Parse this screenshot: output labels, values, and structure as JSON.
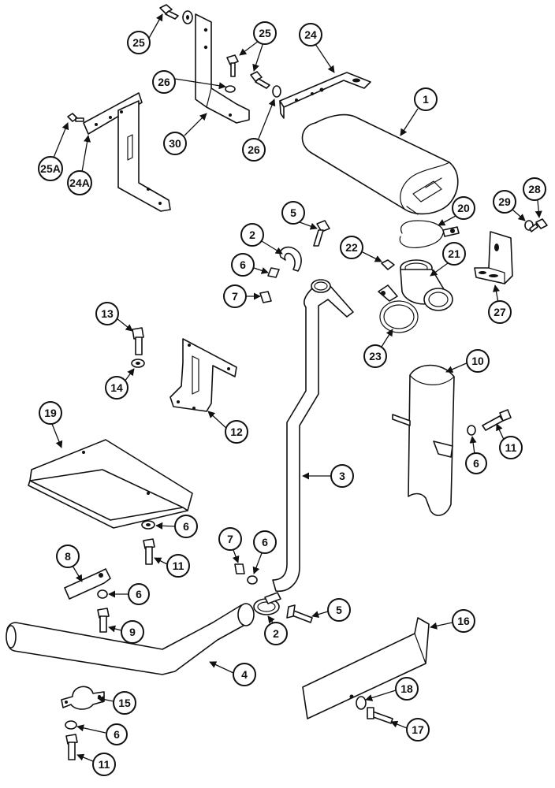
{
  "callouts": {
    "c25_top": "25",
    "c26_top": "26",
    "c25_mid": "25",
    "c24": "24",
    "c26_mid": "26",
    "c30": "30",
    "c25A": "25A",
    "c24A": "24A",
    "c1": "1",
    "c5_top": "5",
    "c2_top": "2",
    "c6_top": "6",
    "c7_top": "7",
    "c20": "20",
    "c22": "22",
    "c21": "21",
    "c23": "23",
    "c29": "29",
    "c28": "28",
    "c27": "27",
    "c13": "13",
    "c14": "14",
    "c12": "12",
    "c10": "10",
    "c11_right": "11",
    "c6_right": "6",
    "c19": "19",
    "c3": "3",
    "c6_plate": "6",
    "c11_plate": "11",
    "c8": "8",
    "c6_bracket8": "6",
    "c9": "9",
    "c7_bottom": "7",
    "c6_bottom": "6",
    "c5_bottom": "5",
    "c2_bottom": "2",
    "c4": "4",
    "c16": "16",
    "c18": "18",
    "c17": "17",
    "c15": "15",
    "c6_clamp15": "6",
    "c11_bottom": "11"
  }
}
